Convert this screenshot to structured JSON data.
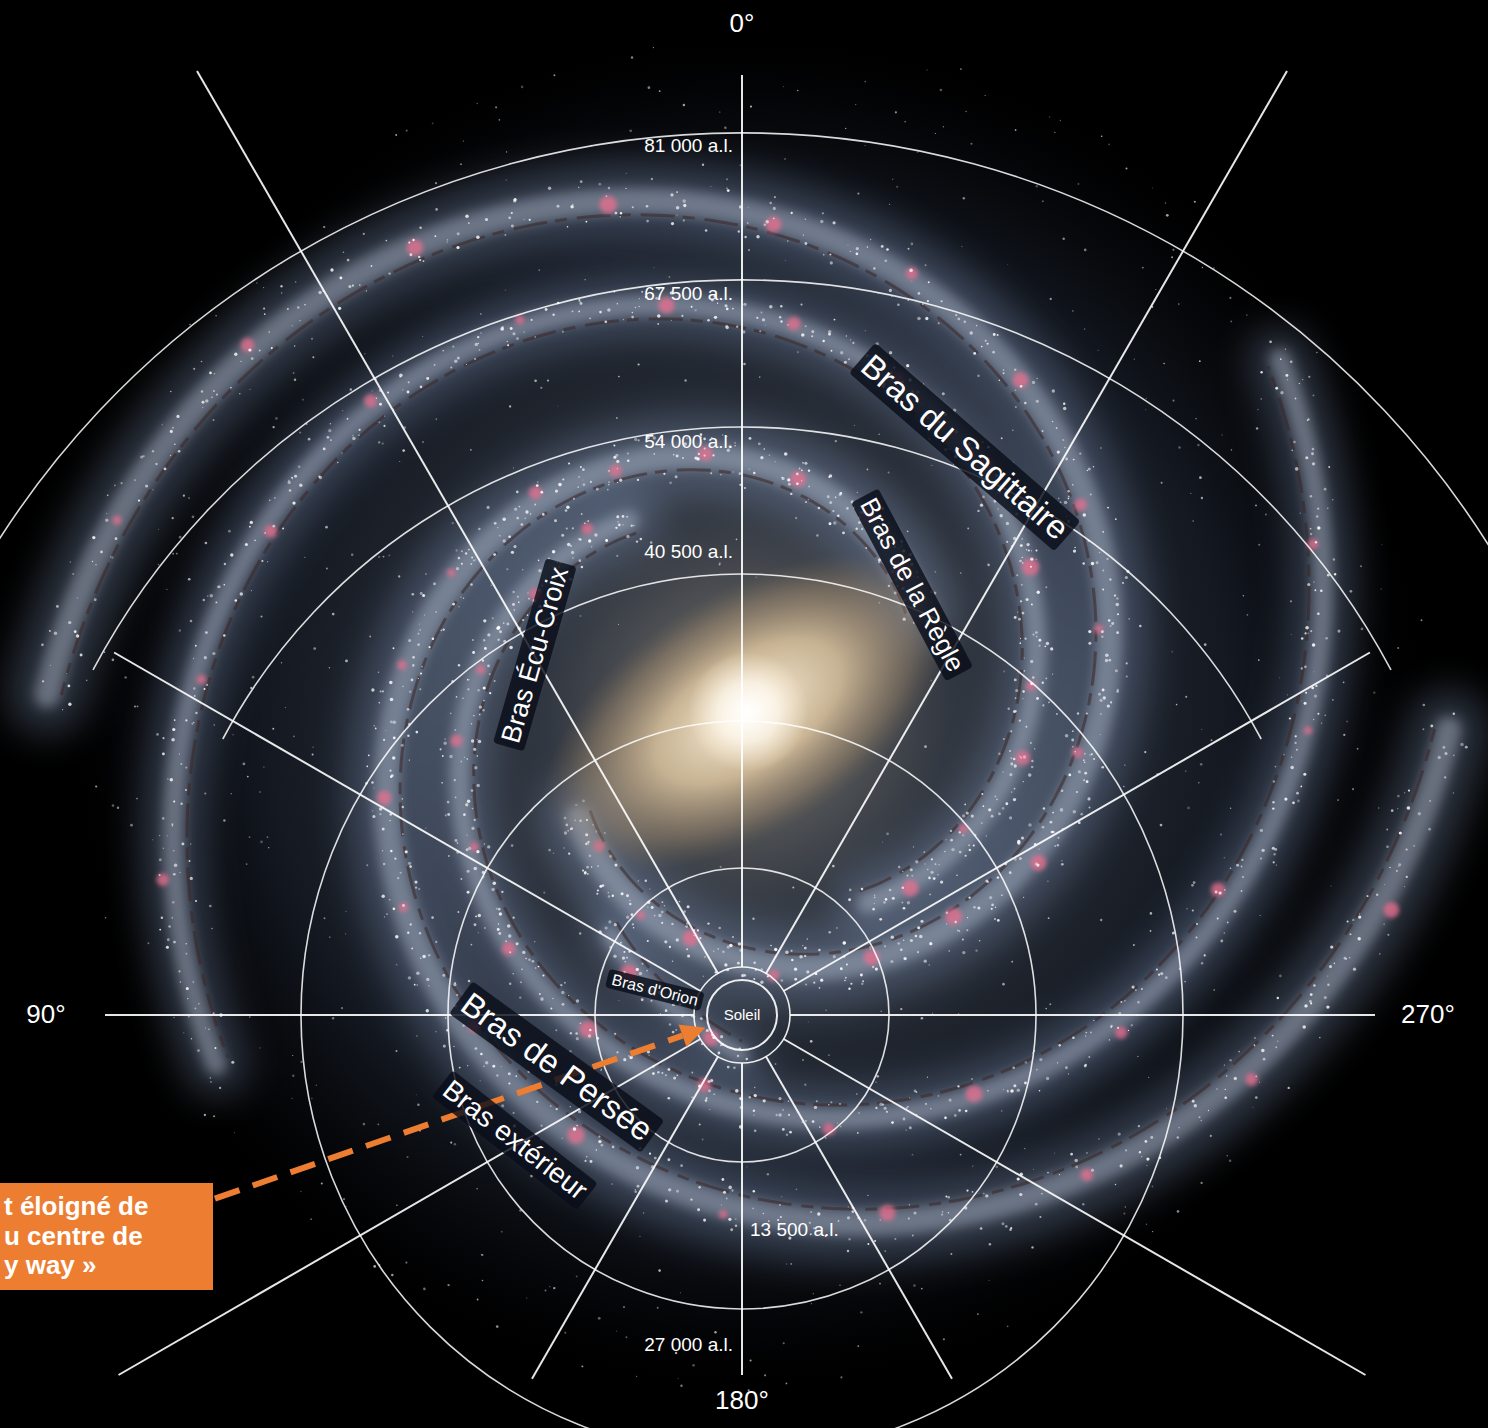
{
  "diagram": {
    "nodes": [
      {
        "text": [
          "Soleil"
        ]
      },
      {
        "text": [
          "t éloigné de u centre de y way »"
        ]
      }
    ],
    "edges": [
      {
        "from": 1,
        "to": 0,
        "arrow": "to"
      }
    ],
    "labels": [
      "0°",
      "81 000 a.l.",
      "67 500 a.l.",
      "Bras du Sagittaire",
      "54 000 a.l.",
      "Bras de la Règle",
      "40 500 a.l.",
      "Bras Écu-Croix",
      "90°",
      "270°",
      "Bras d'Orion",
      "Bras de Persée",
      "Bras extérieur",
      "13 500 a.l.",
      "27 000 a.l.",
      "180°"
    ]
  }
}
